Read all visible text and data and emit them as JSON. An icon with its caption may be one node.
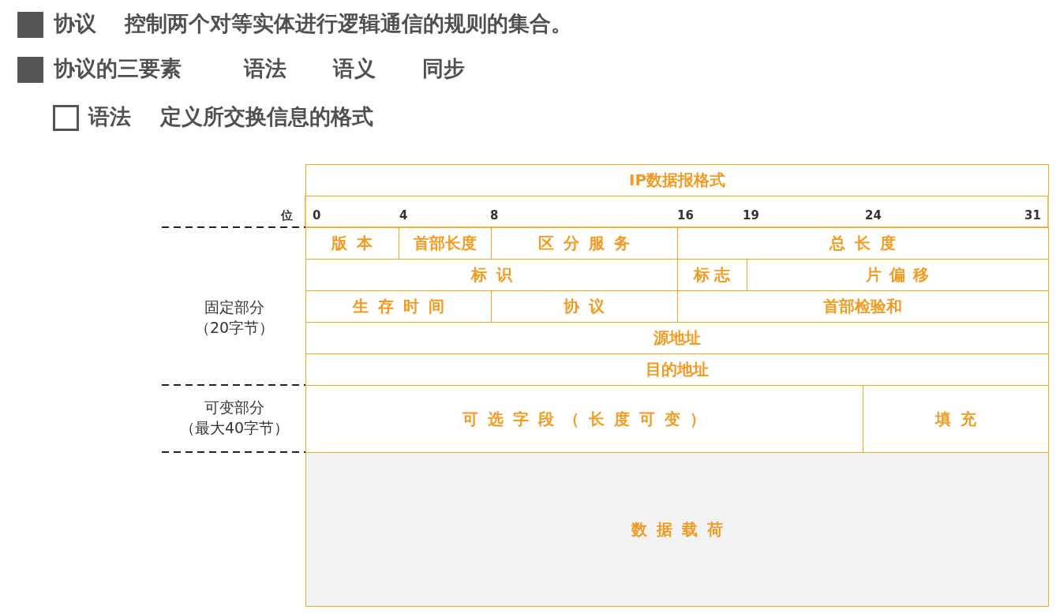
{
  "diagram": {
    "nodes": [
      {
        "text": [
          "IP数据报格式"
        ]
      },
      {
        "text": [
          "版本"
        ]
      },
      {
        "text": [
          "首部长度"
        ]
      },
      {
        "text": [
          "区分服务"
        ]
      },
      {
        "text": [
          "总长度"
        ]
      },
      {
        "text": [
          "标识"
        ]
      },
      {
        "text": [
          "标志"
        ]
      },
      {
        "text": [
          "片偏移"
        ]
      },
      {
        "text": [
          "生存时间"
        ]
      },
      {
        "text": [
          "协议"
        ]
      },
      {
        "text": [
          "首部检验和"
        ]
      },
      {
        "text": [
          "源地址"
        ]
      },
      {
        "text": [
          "目的地址"
        ]
      },
      {
        "text": [
          "可选字段（长度可变）"
        ]
      },
      {
        "text": [
          "填充"
        ]
      },
      {
        "text": [
          "数据载荷"
        ]
      }
    ],
    "labels": [
      "协议",
      "控制两个对等实体进行逻辑通信的规则的集合。",
      "协议的三要素",
      "语法",
      "语义",
      "同步",
      "语法",
      "定义所交换信息的格式",
      "位",
      "0",
      "4",
      "8",
      "16",
      "19",
      "24",
      "31",
      "固定部分（20字节）",
      "可变部分（最大40字节）"
    ]
  }
}
